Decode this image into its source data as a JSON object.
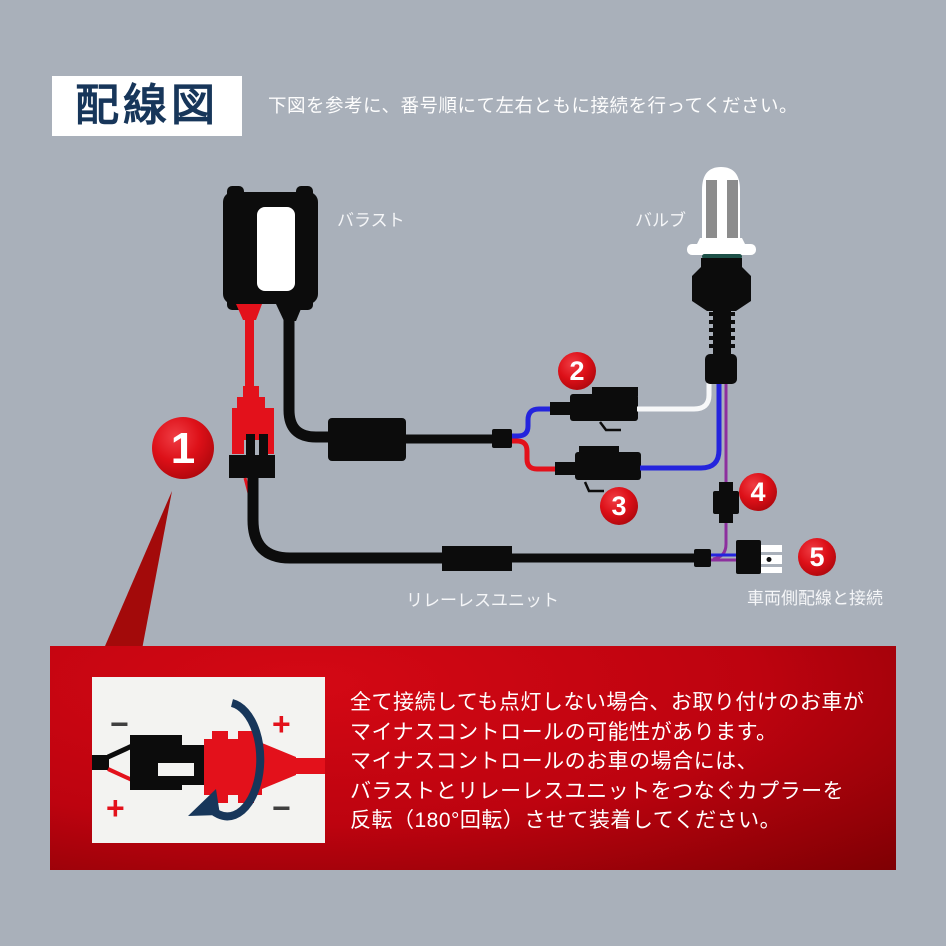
{
  "header": {
    "title": "配線図",
    "subtitle": "下図を参考に、番号順にて左右ともに接続を行ってください。"
  },
  "diagram": {
    "labels": {
      "ballast": "バラスト",
      "bulb": "バルブ",
      "relayless_unit": "リレーレスユニット",
      "vehicle_connection": "車両側配線と接続"
    },
    "steps": [
      "1",
      "2",
      "3",
      "4",
      "5"
    ]
  },
  "note": {
    "lines": [
      "全て接続しても点灯しない場合、お取り付けのお車が",
      "マイナスコントロールの可能性があります。",
      "マイナスコントロールのお車の場合には、",
      "バラストとリレーレスユニットをつなぐカプラーを",
      "反転（180°回転）させて装着してください。"
    ],
    "polarity": {
      "plus": "+",
      "minus": "−"
    }
  },
  "colors": {
    "bg": "#a9b0ba",
    "navy": "#17365a",
    "red": "#e3111b",
    "red_dark": "#a30a0a",
    "wire_blue": "#2424dd",
    "wire_purple": "#8d2f9e",
    "wire_white": "#f7f8f9",
    "ink_black": "#0c0c0c",
    "bulb_gray": "#8c8c8c",
    "oring_teal": "#1d5148",
    "inset_bg": "#f3f3f1",
    "minus_gray": "#3f3f3f"
  }
}
